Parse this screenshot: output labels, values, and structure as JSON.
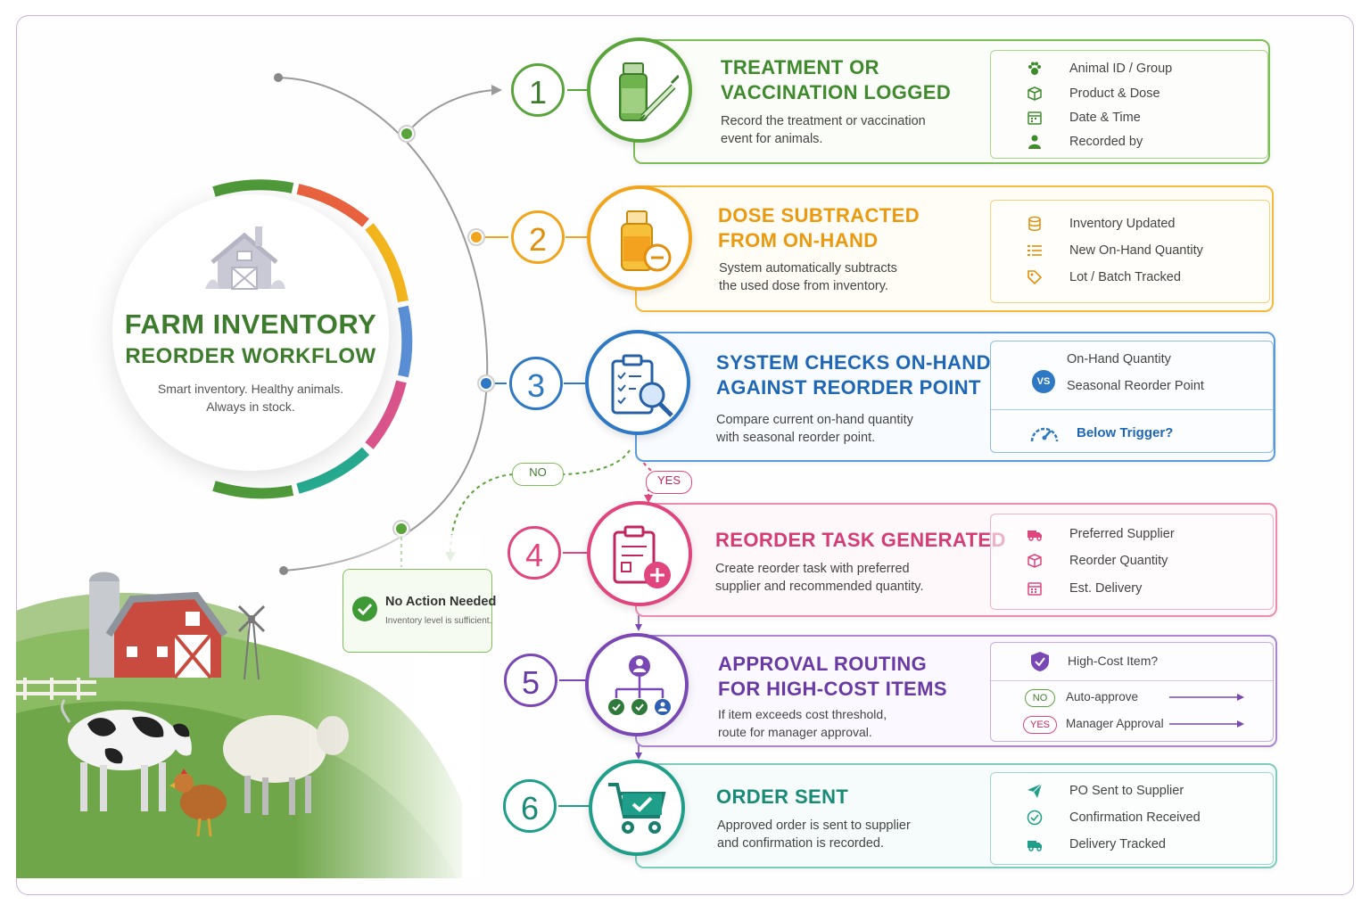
{
  "hero": {
    "title": "FARM INVENTORY",
    "subtitle": "REORDER WORKFLOW",
    "tagline_line1": "Smart inventory. Healthy animals.",
    "tagline_line2": "Always in stock."
  },
  "colors": {
    "green": "#5aa43c",
    "orange": "#f0a51c",
    "blue": "#2f79c4",
    "pink": "#e0457e",
    "purple": "#7a48b4",
    "teal": "#1f9e8a",
    "frame": "#c9b2dc"
  },
  "steps": [
    {
      "number": "1",
      "title_line1": "TREATMENT OR",
      "title_line2": "VACCINATION LOGGED",
      "desc_line1": "Record the treatment or vaccination",
      "desc_line2": "event for animals.",
      "icon": "vaccine-vial-syringe-icon",
      "details": [
        {
          "icon": "paw-icon",
          "label": "Animal ID / Group"
        },
        {
          "icon": "box-icon",
          "label": "Product & Dose"
        },
        {
          "icon": "calendar-icon",
          "label": "Date & Time"
        },
        {
          "icon": "person-icon",
          "label": "Recorded by"
        }
      ]
    },
    {
      "number": "2",
      "title_line1": "DOSE SUBTRACTED",
      "title_line2": "FROM ON-HAND",
      "desc_line1": "System automatically subtracts",
      "desc_line2": "the used dose from inventory.",
      "icon": "bottle-minus-icon",
      "details": [
        {
          "icon": "database-icon",
          "label": "Inventory Updated"
        },
        {
          "icon": "list-icon",
          "label": "New On-Hand Quantity"
        },
        {
          "icon": "tag-icon",
          "label": "Lot / Batch Tracked"
        }
      ]
    },
    {
      "number": "3",
      "title_line1": "SYSTEM CHECKS ON-HAND",
      "title_line2": "AGAINST REORDER POINT",
      "desc_line1": "Compare current on-hand quantity",
      "desc_line2": "with seasonal reorder point.",
      "icon": "clipboard-magnifier-icon",
      "compare_a": "On-Hand Quantity",
      "compare_vs": "VS",
      "compare_b": "Seasonal Reorder Point",
      "trigger_label": "Below Trigger?",
      "trigger_icon": "gauge-icon"
    },
    {
      "number": "4",
      "title_line1": "REORDER TASK GENERATED",
      "desc_line1": "Create reorder task with preferred",
      "desc_line2": "supplier and recommended quantity.",
      "icon": "clipboard-plus-icon",
      "details": [
        {
          "icon": "truck-icon",
          "label": "Preferred Supplier"
        },
        {
          "icon": "box-icon",
          "label": "Reorder Quantity"
        },
        {
          "icon": "calendar-icon",
          "label": "Est. Delivery"
        }
      ]
    },
    {
      "number": "5",
      "title_line1": "APPROVAL ROUTING",
      "title_line2": "FOR HIGH-COST ITEMS",
      "desc_line1": "If item exceeds cost threshold,",
      "desc_line2": "route for manager approval.",
      "icon": "approval-hierarchy-icon",
      "question": "High-Cost Item?",
      "question_icon": "shield-icon",
      "routes": [
        {
          "badge": "NO",
          "label": "Auto-approve"
        },
        {
          "badge": "YES",
          "label": "Manager Approval"
        }
      ]
    },
    {
      "number": "6",
      "title_line1": "ORDER SENT",
      "desc_line1": "Approved order is sent to supplier",
      "desc_line2": "and confirmation is recorded.",
      "icon": "cart-check-icon",
      "details": [
        {
          "icon": "send-icon",
          "label": "PO Sent to Supplier"
        },
        {
          "icon": "check-circle-icon",
          "label": "Confirmation Received"
        },
        {
          "icon": "truck-icon",
          "label": "Delivery Tracked"
        }
      ]
    }
  ],
  "branch": {
    "no_label": "NO",
    "yes_label": "YES",
    "no_action_title": "No Action Needed",
    "no_action_desc": "Inventory level is sufficient."
  }
}
